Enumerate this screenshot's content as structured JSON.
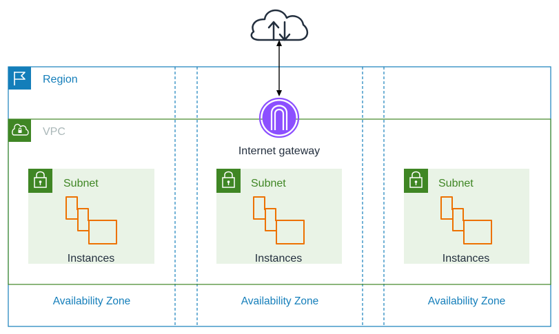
{
  "cloud": {
    "icon": "internet-cloud-icon"
  },
  "region": {
    "label": "Region",
    "icon": "region-flag-icon",
    "color": "#147EBA"
  },
  "vpc": {
    "label": "VPC",
    "icon": "vpc-cloud-lock-icon",
    "color": "#3F8624",
    "label_color": "#AAB7B8"
  },
  "gateway": {
    "label": "Internet gateway",
    "icon": "internet-gateway-icon",
    "color": "#8C4FFF"
  },
  "subnets": [
    {
      "label": "Subnet",
      "instances_label": "Instances"
    },
    {
      "label": "Subnet",
      "instances_label": "Instances"
    },
    {
      "label": "Subnet",
      "instances_label": "Instances"
    }
  ],
  "availability_zones": [
    {
      "label": "Availability Zone"
    },
    {
      "label": "Availability Zone"
    },
    {
      "label": "Availability Zone"
    }
  ],
  "colors": {
    "region": "#147EBA",
    "vpc": "#3F8624",
    "subnet_fill": "#E9F3E6",
    "subnet_text": "#3F8624",
    "instances": "#ED7100",
    "gateway": "#8C4FFF",
    "az_text": "#147EBA",
    "text": "#232F3E"
  }
}
